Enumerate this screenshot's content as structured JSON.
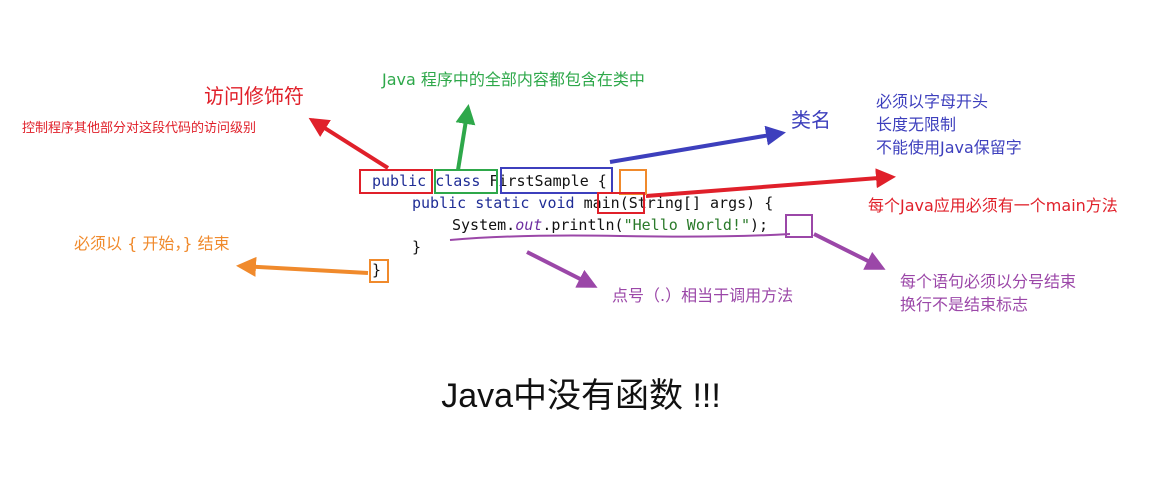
{
  "colors": {
    "red": "#e0202a",
    "green": "#2ea84a",
    "blue": "#3d3fbd",
    "orange": "#f08a2c",
    "purple": "#9b47a8"
  },
  "code": {
    "line1": {
      "public": "public",
      "class": "class",
      "name": "FirstSample",
      "brace": "{"
    },
    "line2": {
      "mods": "public static void",
      "main": "main",
      "rest": "(String[] args) {"
    },
    "line3": {
      "sys": "System.",
      "out": "out",
      "println": ".println(",
      "str": "\"Hello World!\"",
      "end": ");"
    },
    "line4": {
      "brace": "}"
    },
    "line5": {
      "brace": "}"
    }
  },
  "annotations": {
    "access_title": "访问修饰符",
    "access_desc": "控制程序其他部分对这段代码的访问级别",
    "class_desc": "Java 程序中的全部内容都包含在类中",
    "class_name": "类名",
    "name_rules": [
      "必须以字母开头",
      "长度无限制",
      "不能使用Java保留字"
    ],
    "main_desc": "每个Java应用必须有一个main方法",
    "braces_desc": "必须以 { 开始，} 结束",
    "dot_desc": "点号（.）相当于调用方法",
    "semicolon_desc": [
      "每个语句必须以分号结束",
      "换行不是结束标志"
    ]
  },
  "title": "Java中没有函数 !!!"
}
